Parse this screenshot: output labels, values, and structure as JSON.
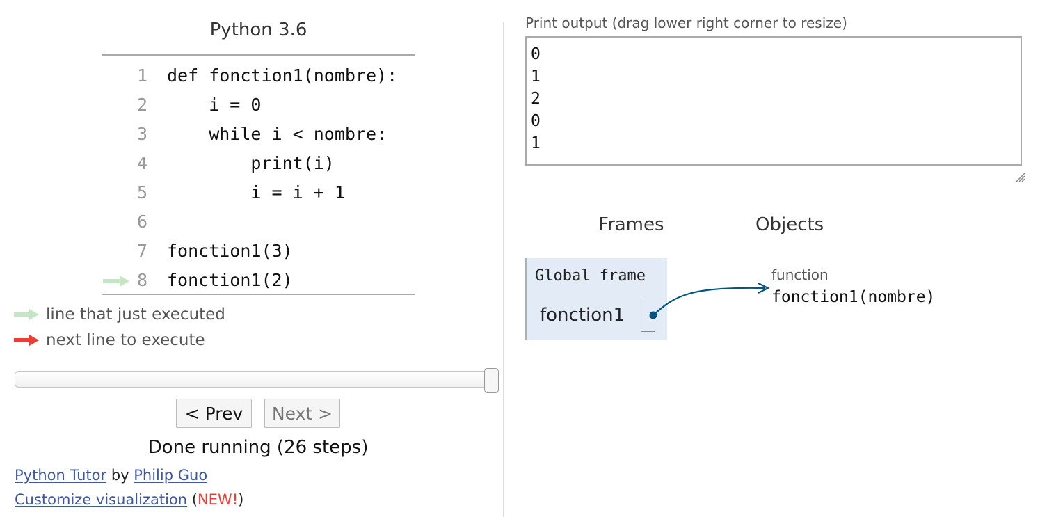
{
  "header": {
    "language": "Python 3.6"
  },
  "code": {
    "lines": [
      {
        "num": "1",
        "text": "def fonction1(nombre):"
      },
      {
        "num": "2",
        "text": "    i = 0"
      },
      {
        "num": "3",
        "text": "    while i < nombre:"
      },
      {
        "num": "4",
        "text": "        print(i)"
      },
      {
        "num": "5",
        "text": "        i = i + 1"
      },
      {
        "num": "6",
        "text": ""
      },
      {
        "num": "7",
        "text": "fonction1(3)"
      },
      {
        "num": "8",
        "text": "fonction1(2)"
      }
    ],
    "executed_line": "8"
  },
  "legend": {
    "executed": "line that just executed",
    "next": "next line to execute"
  },
  "colors": {
    "executed_arrow": "#c5e6c5",
    "next_arrow": "#e93f34",
    "link": "#3D58A2",
    "frame_bg": "#e2ebf6",
    "pointer": "#005583"
  },
  "slider": {
    "value_fraction": 1.0
  },
  "nav": {
    "prev_label": "< Prev",
    "next_label": "Next >"
  },
  "status": "Done running (26 steps)",
  "footer": {
    "link1": "Python Tutor",
    "by": " by ",
    "link2": "Philip Guo",
    "link3": "Customize visualization",
    "paren_open": " (",
    "new_label": "NEW!",
    "paren_close": ")"
  },
  "output": {
    "label": "Print output (drag lower right corner to resize)",
    "lines": [
      "0",
      "1",
      "2",
      "0",
      "1"
    ]
  },
  "viz": {
    "frames_header": "Frames",
    "objects_header": "Objects",
    "global_frame": "Global frame",
    "var_name": "fonction1",
    "obj_type": "function",
    "obj_name": "fonction1(nombre)"
  },
  "icons": {
    "executed_arrow": "arrow-right-icon",
    "next_arrow": "arrow-right-icon",
    "resize": "resize-grip-icon"
  }
}
